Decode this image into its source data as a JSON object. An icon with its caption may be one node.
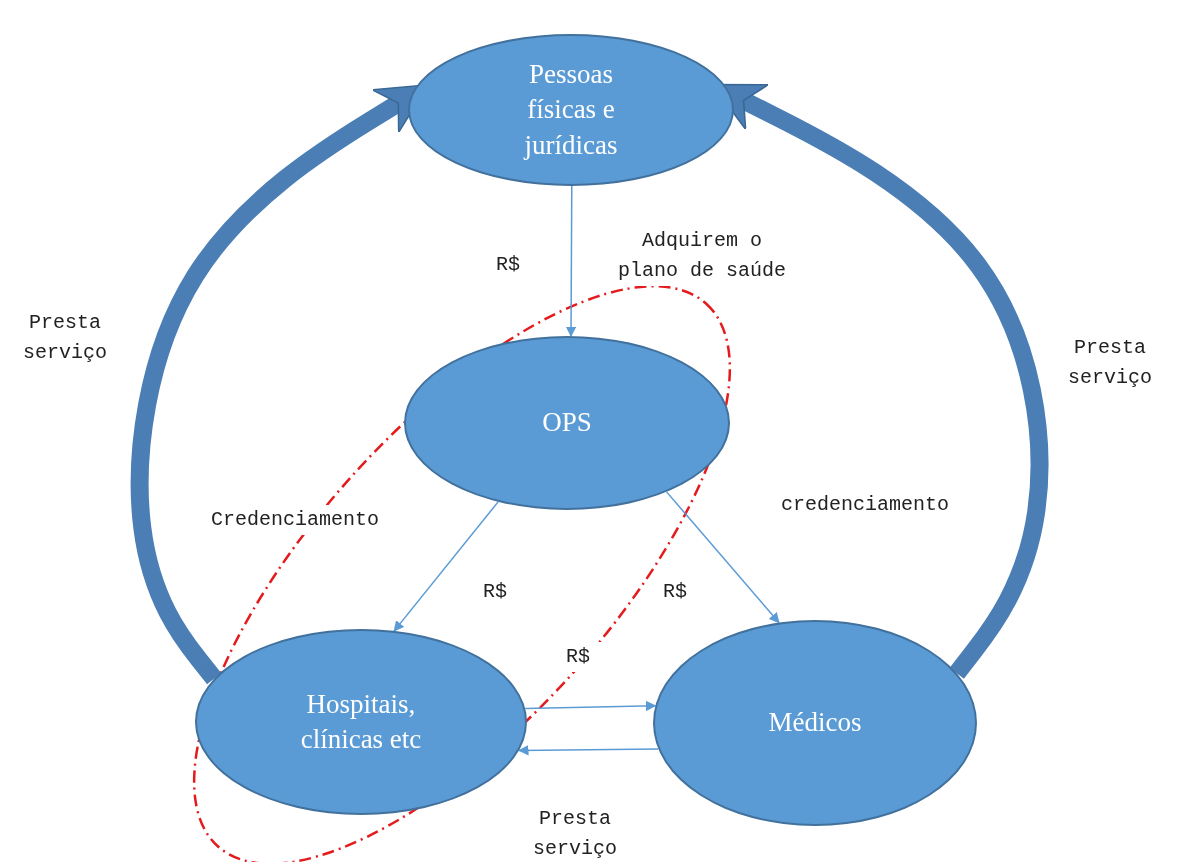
{
  "diagram": {
    "nodes": [
      {
        "text": [
          "Pessoas físicas e jurídicas"
        ]
      },
      {
        "text": [
          "OPS"
        ]
      },
      {
        "text": [
          "Hospitais, clínicas etc"
        ]
      },
      {
        "text": [
          "Médicos"
        ]
      }
    ],
    "edges": [
      {
        "from": 0,
        "to": 1,
        "arrow": "to",
        "label": "Adquirem o plano de saúde"
      },
      {
        "from": 1,
        "to": 2,
        "arrow": "to",
        "label": "R$"
      },
      {
        "from": 1,
        "to": 3,
        "arrow": "to",
        "label": "R$"
      },
      {
        "from": 2,
        "to": 3,
        "arrow": "to",
        "label": "R$"
      },
      {
        "from": 3,
        "to": 2,
        "arrow": "to",
        "label": "Presta serviço"
      },
      {
        "from": 2,
        "to": 0,
        "arrow": "to",
        "label": "Presta serviço",
        "style": "thick",
        "color": "#4a7eb5"
      },
      {
        "from": 3,
        "to": 0,
        "arrow": "to",
        "label": "Presta serviço",
        "style": "thick",
        "color": "#4a7eb5"
      }
    ],
    "labels": [
      "R$",
      "Credenciamento",
      "credenciamento"
    ]
  }
}
